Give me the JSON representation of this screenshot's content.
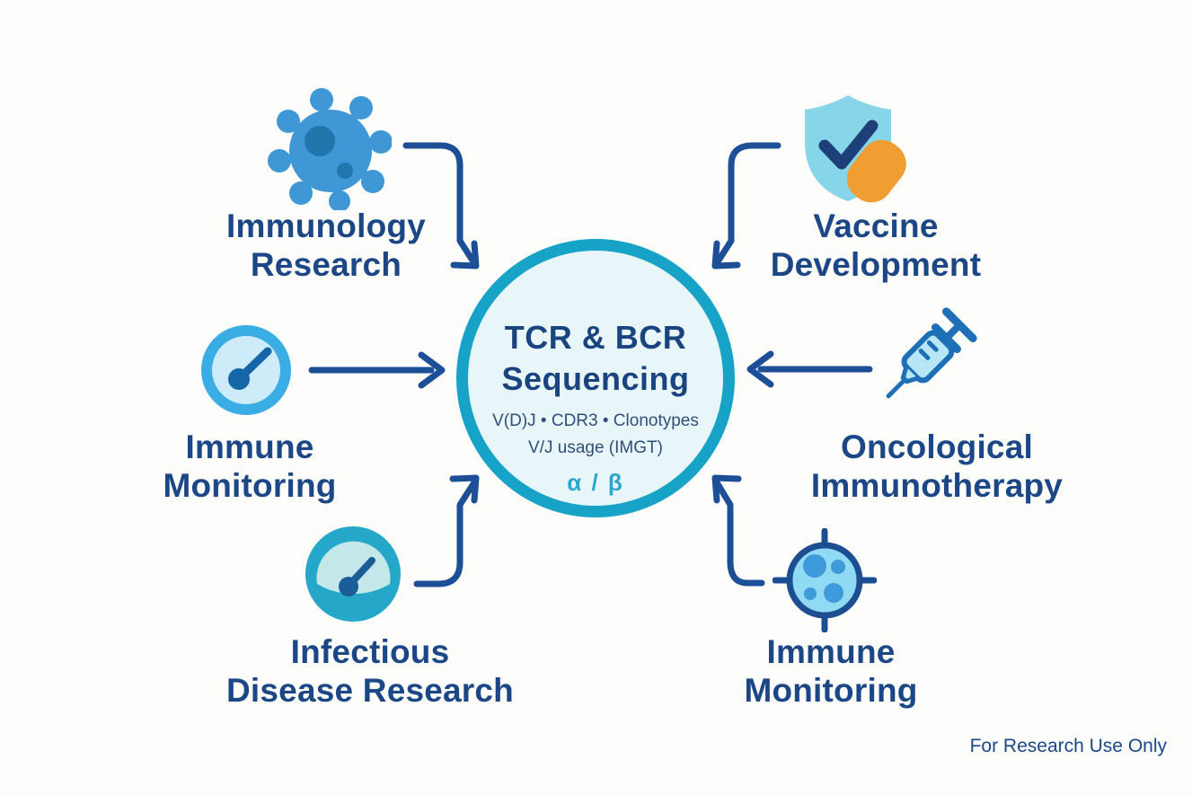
{
  "center": {
    "title_line1": "TCR & BCR",
    "title_line2": "Sequencing",
    "subtitle_line1": "V(D)J • CDR3 • Clonotypes",
    "subtitle_line2": "V/J usage (IMGT)",
    "chains": "α / β"
  },
  "nodes": {
    "immunology_research": {
      "label_line1": "Immunology",
      "label_line2": "Research",
      "icon": "virus-icon"
    },
    "vaccine_development": {
      "label_line1": "Vaccine",
      "label_line2": "Development",
      "icon": "shield-check-icon"
    },
    "immune_monitoring_left": {
      "label_line1": "Immune",
      "label_line2": "Monitoring",
      "icon": "gauge-clock-icon"
    },
    "oncological_immunotherapy": {
      "label_line1": "Oncological",
      "label_line2": "Immunotherapy",
      "icon": "syringe-icon"
    },
    "infectious_disease_research": {
      "label_line1": "Infectious",
      "label_line2": "Disease Research",
      "icon": "meter-icon"
    },
    "immune_monitoring_right": {
      "label_line1": "Immune",
      "label_line2": "Monitoring",
      "icon": "cell-target-icon"
    }
  },
  "footer": {
    "disclaimer": "For Research Use Only"
  },
  "colors": {
    "background": "#fdfdfc",
    "label_navy": "#1c4787",
    "arrow_navy": "#1d4f97",
    "circle_border_teal": "#17a3c8",
    "circle_fill": "#e8f6f9",
    "cyan_accent": "#2ba7cd",
    "orange_accent": "#f09d32",
    "icon_medium_blue": "#3f98d5",
    "icon_light_blue": "#8ad7ec"
  }
}
